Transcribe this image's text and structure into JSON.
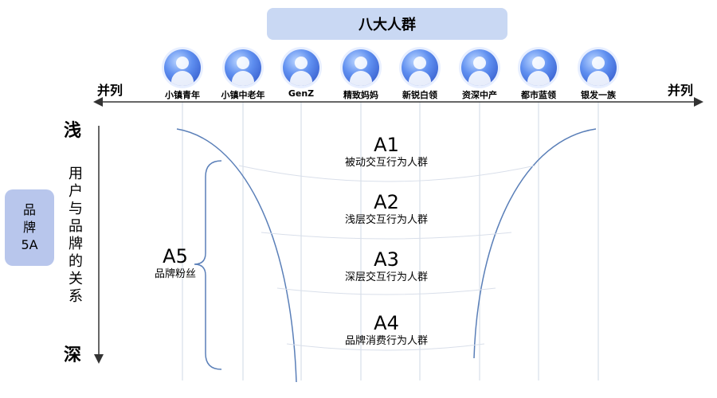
{
  "header": {
    "title": "八大人群"
  },
  "axis": {
    "left_label": "并列",
    "right_label": "并列"
  },
  "personas": [
    {
      "label": "小镇青年",
      "icon": "young-person-icon"
    },
    {
      "label": "小镇中老年",
      "icon": "elderly-person-icon"
    },
    {
      "label": "GenZ",
      "icon": "genz-person-icon"
    },
    {
      "label": "精致妈妈",
      "icon": "mother-icon"
    },
    {
      "label": "新锐白领",
      "icon": "office-worker-icon"
    },
    {
      "label": "资深中产",
      "icon": "middle-class-icon"
    },
    {
      "label": "都市蓝领",
      "icon": "blue-collar-worker-icon"
    },
    {
      "label": "银发一族",
      "icon": "silver-hair-icon"
    }
  ],
  "depth": {
    "top": "浅",
    "bottom": "深",
    "label": "用户与品牌的关系"
  },
  "brand_box": {
    "line1": "品",
    "line2": "牌",
    "line3": "5A"
  },
  "levels": [
    {
      "code": "A1",
      "desc": "被动交互行为人群"
    },
    {
      "code": "A2",
      "desc": "浅层交互行为人群"
    },
    {
      "code": "A3",
      "desc": "深层交互行为人群"
    },
    {
      "code": "A4",
      "desc": "品牌消费行为人群"
    }
  ],
  "fans": {
    "code": "A5",
    "desc": "品牌粉丝"
  },
  "colors": {
    "funnel_line": "#5a7fb8",
    "grid_line": "#cfd8e6",
    "header_fill": "#c9d8f3",
    "brand_fill": "#b8c6ec",
    "axis": "#333333"
  }
}
